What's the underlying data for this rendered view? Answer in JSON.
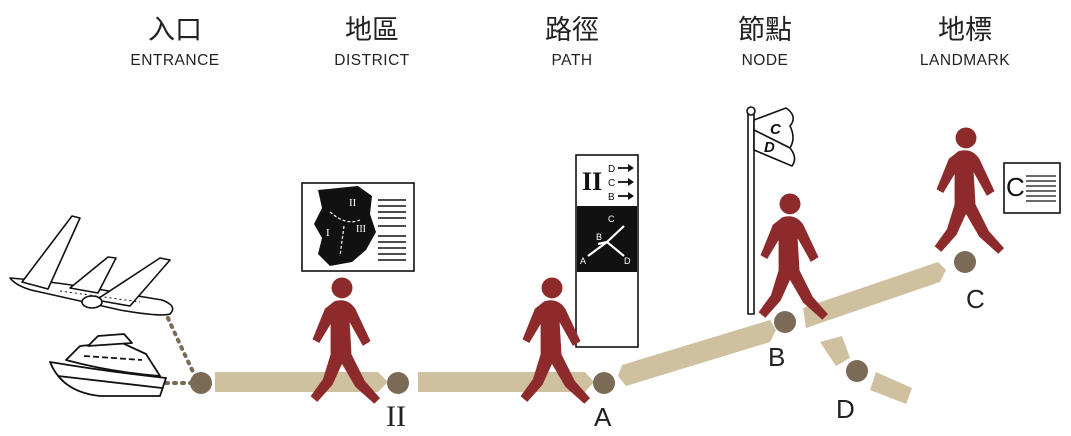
{
  "headers": [
    {
      "zh": "入口",
      "en": "ENTRANCE"
    },
    {
      "zh": "地區",
      "en": "DISTRICT"
    },
    {
      "zh": "路徑",
      "en": "PATH"
    },
    {
      "zh": "節點",
      "en": "NODE"
    },
    {
      "zh": "地標",
      "en": "LANDMARK"
    }
  ],
  "point_labels": {
    "district": "II",
    "path": "A",
    "node": "B",
    "branch": "D",
    "landmark": "C"
  },
  "sign": {
    "title": "II",
    "arrows": [
      "D",
      "C",
      "B"
    ],
    "junction": [
      "C",
      "B",
      "A",
      "D"
    ]
  },
  "map_regions": [
    "II",
    "III",
    "I"
  ],
  "flag_letters": [
    "C",
    "D"
  ],
  "landmark_sign_letter": "C",
  "colors": {
    "person": "#8c2a2c",
    "path": "#cfc1a0",
    "node": "#7b6a55",
    "ink": "#111111"
  },
  "icons": [
    "airplane-icon",
    "boat-icon",
    "person-icon",
    "flag-icon",
    "district-map-icon",
    "direction-sign-icon",
    "landmark-sign-icon"
  ]
}
